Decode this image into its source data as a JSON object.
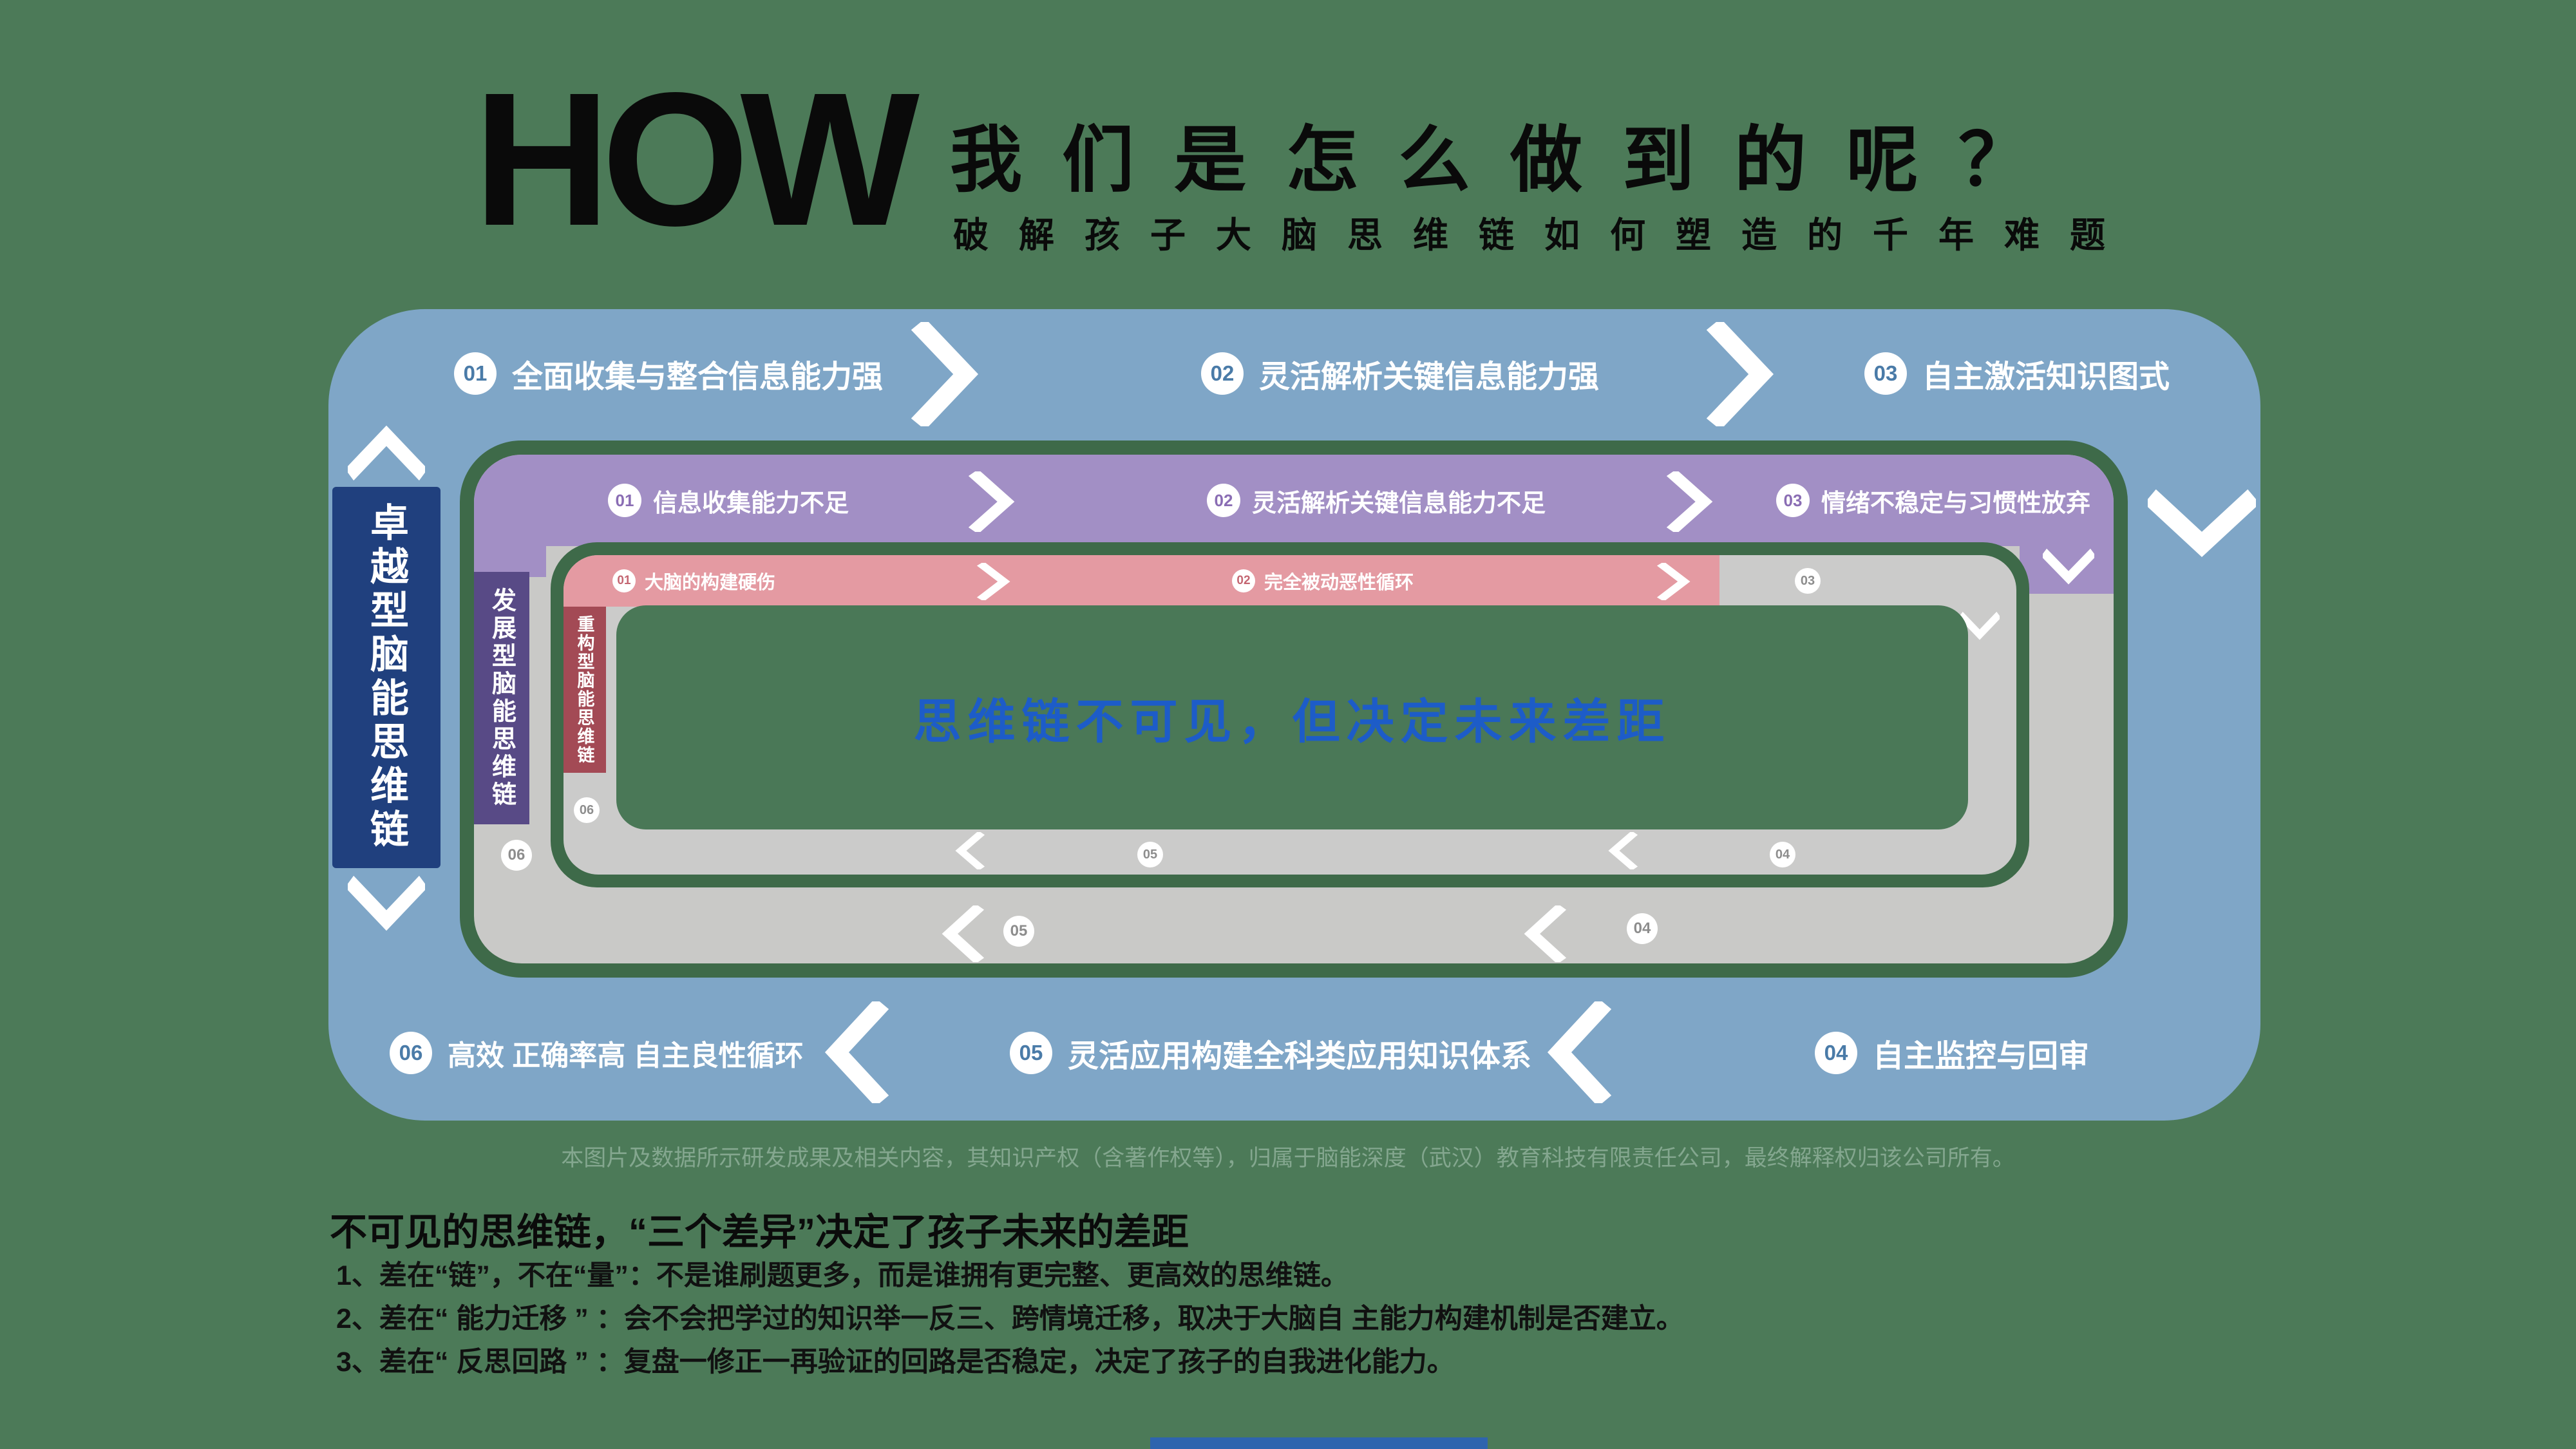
{
  "colors": {
    "background": "#4C7A58",
    "outer_ring_blue": "#7FA6C7",
    "excellence_navy": "#20407E",
    "middle_ring_purple": "#A28FC5",
    "development_purple": "#584A86",
    "inner_ring_pink": "#E49AA2",
    "reconstruct_red": "#A34A55",
    "gray_band": "#C9C9C7",
    "frame_green": "#3E6A49",
    "center_text_blue": "#1D5CC8"
  },
  "header": {
    "how": "HOW",
    "title": "我们是怎么做到的呢？",
    "subtitle": "破解孩子大脑思维链如何塑造的千年难题"
  },
  "outer_ring": {
    "ribbon": "卓越型脑能思维链",
    "items_top": [
      {
        "num": "01",
        "label": "全面收集与整合信息能力强"
      },
      {
        "num": "02",
        "label": "灵活解析关键信息能力强"
      },
      {
        "num": "03",
        "label": "自主激活知识图式"
      }
    ],
    "items_bottom": [
      {
        "num": "06",
        "label": "高效 正确率高 自主良性循环"
      },
      {
        "num": "05",
        "label": "灵活应用构建全科类应用知识体系"
      },
      {
        "num": "04",
        "label": "自主监控与回审"
      }
    ]
  },
  "middle_ring": {
    "ribbon": "发展型脑能思维链",
    "items_top": [
      {
        "num": "01",
        "label": "信息收集能力不足"
      },
      {
        "num": "02",
        "label": "灵活解析关键信息能力不足"
      },
      {
        "num": "03",
        "label": "情绪不稳定与习惯性放弃"
      }
    ],
    "nums_bottom": {
      "n06": "06",
      "n05": "05",
      "n04": "04"
    }
  },
  "inner_ring": {
    "ribbon": "重构型脑能思维链",
    "items_top": [
      {
        "num": "01",
        "label": "大脑的构建硬伤"
      },
      {
        "num": "02",
        "label": "完全被动恶性循环"
      },
      {
        "num": "03",
        "label": ""
      }
    ],
    "nums_bottom": {
      "n06": "06",
      "n05": "05",
      "n04": "04"
    }
  },
  "center": {
    "text": "思维链不可见，但决定未来差距"
  },
  "disclaimer": "本图片及数据所示研发成果及相关内容，其知识产权（含著作权等），归属于脑能深度（武汉）教育科技有限责任公司，最终解释权归该公司所有。",
  "footer": {
    "heading": "不可见的思维链，“三个差异”决定了孩子未来的差距",
    "lines": [
      "1、差在“链”，不在“量”：不是谁刷题更多，而是谁拥有更完整、更高效的思维链。",
      "2、差在“ 能力迁移 ” ：会不会把学过的知识举一反三、跨情境迁移，取决于大脑自 主能力构建机制是否建立。",
      "3、差在“ 反思回路 ” ：复盘一修正一再验证的回路是否稳定，决定了孩子的自我进化能力。"
    ]
  }
}
